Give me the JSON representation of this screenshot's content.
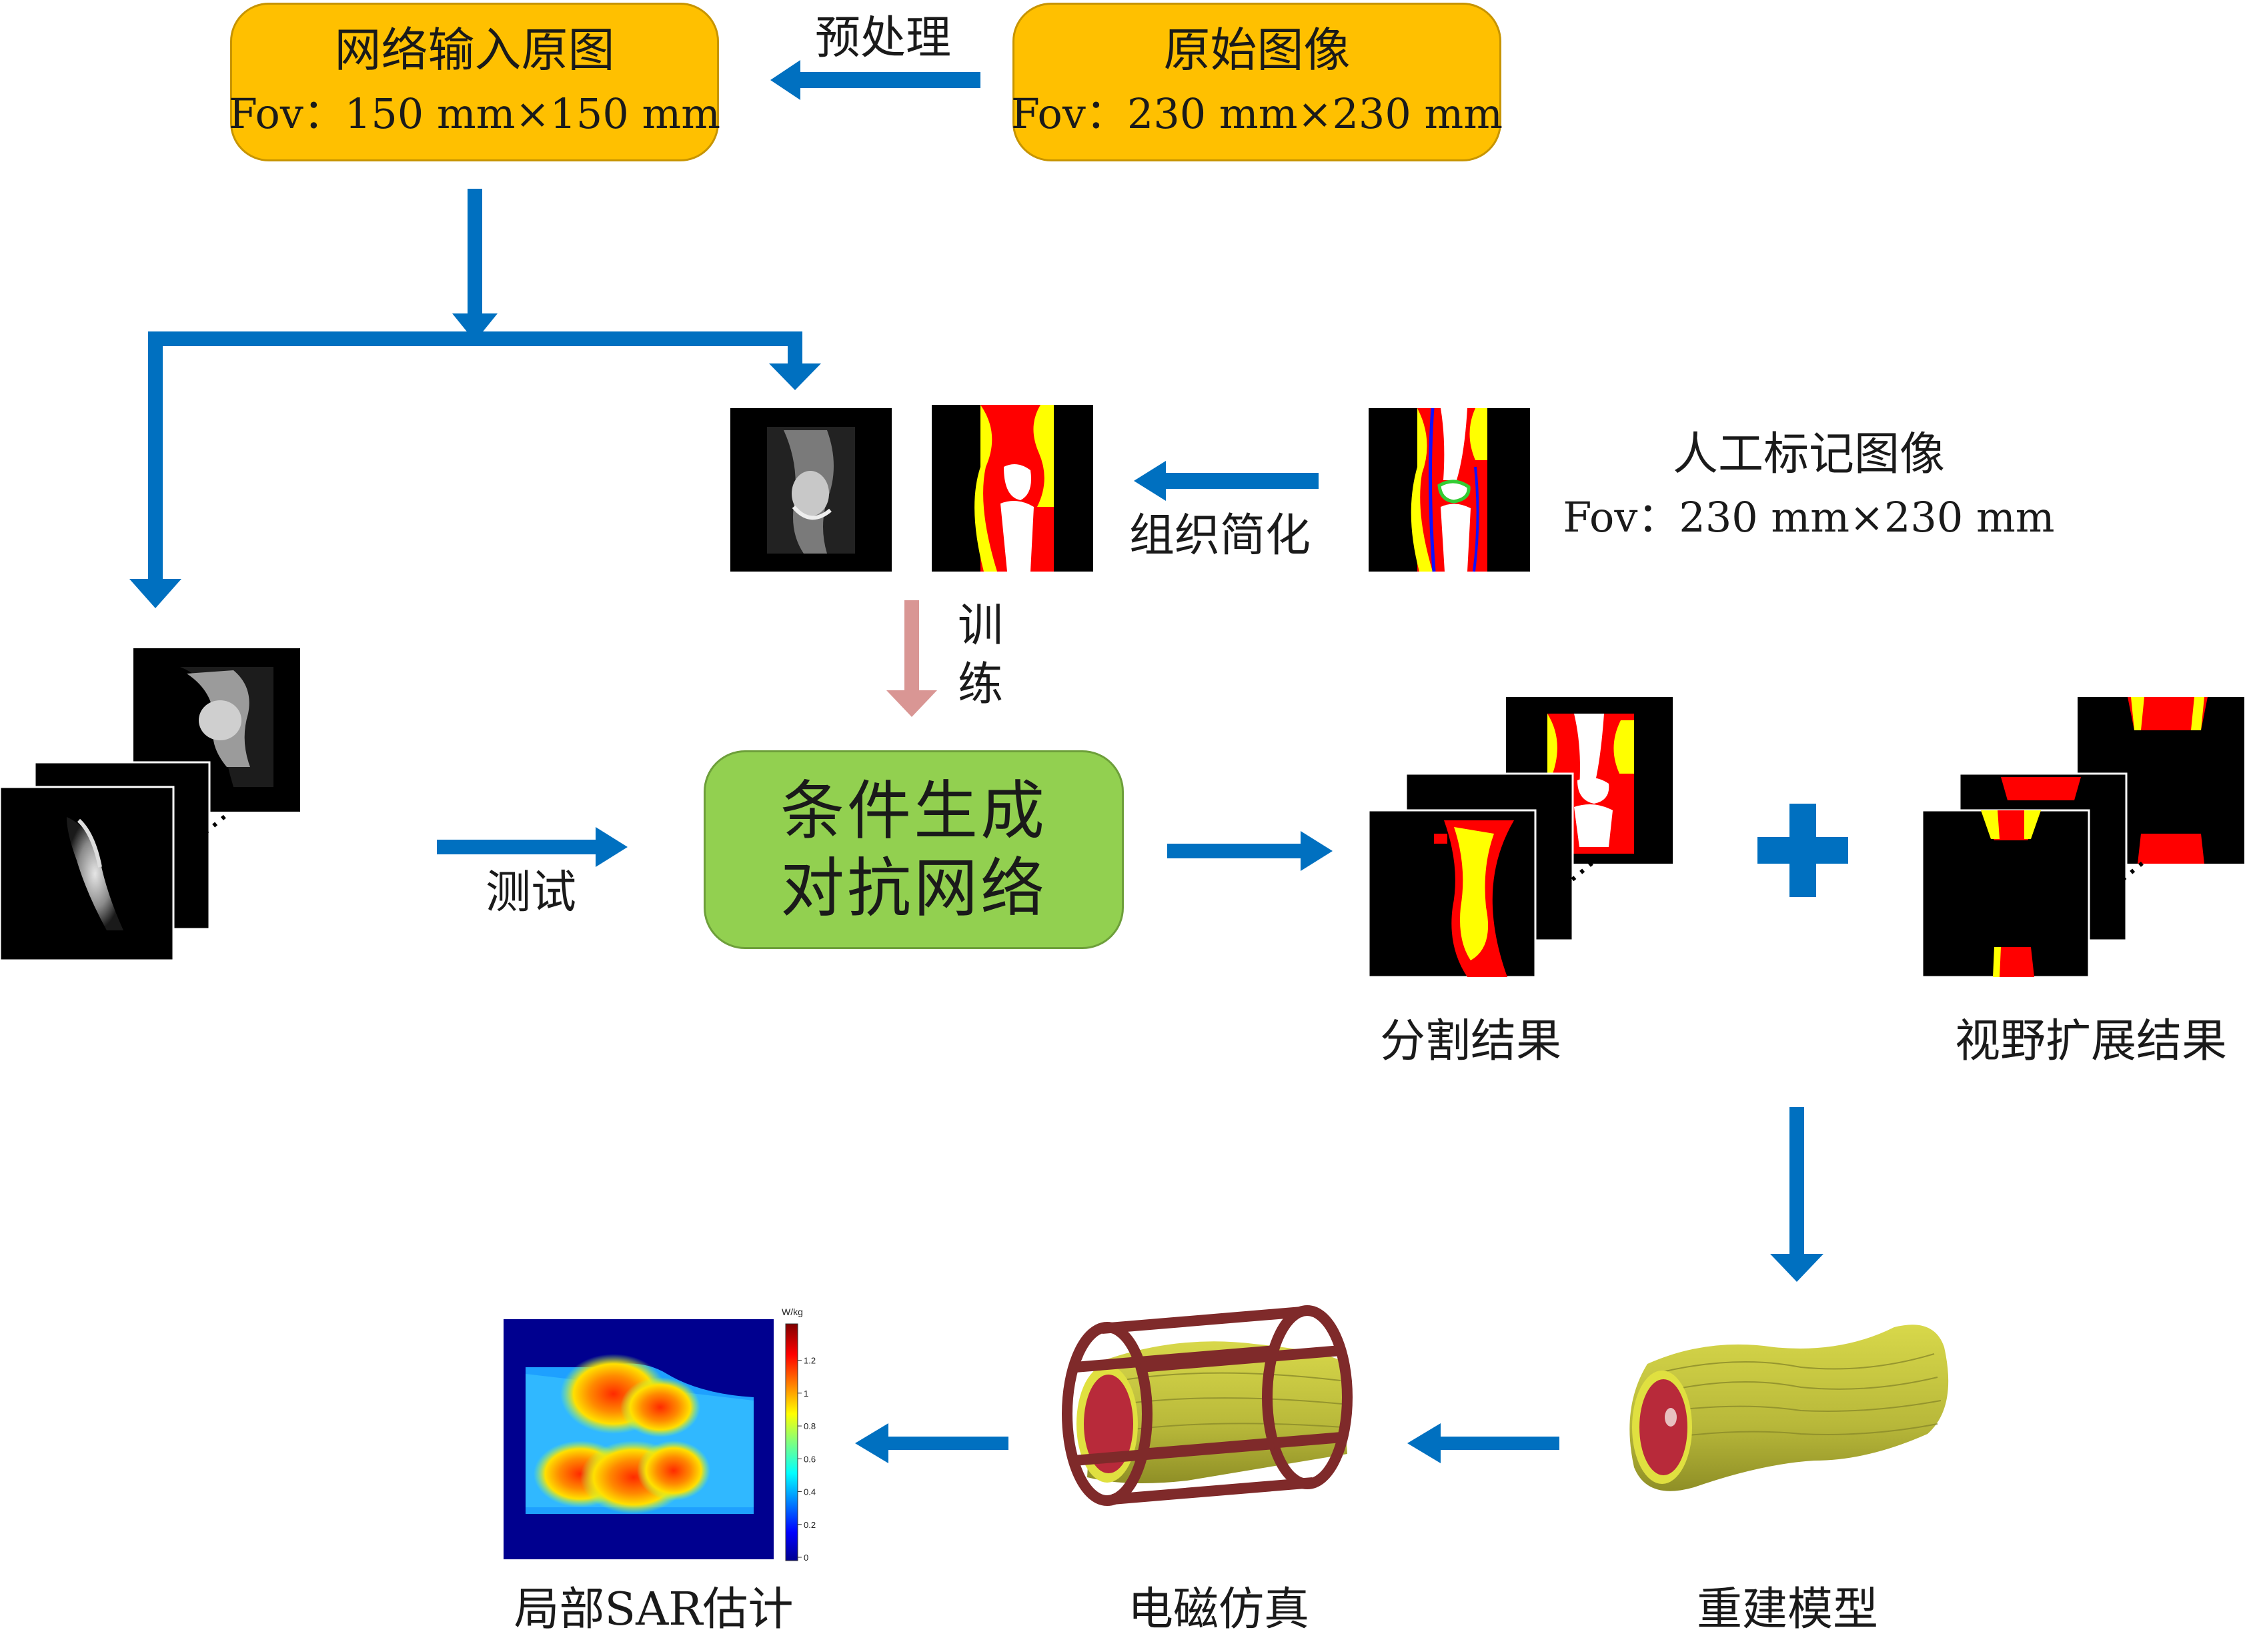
{
  "nodes": {
    "net_input": {
      "title": "网络输入原图",
      "fov": "Fov：150 mm×150 mm"
    },
    "original": {
      "title": "原始图像",
      "fov": "Fov：230 mm×230 mm"
    },
    "manual": {
      "title": "人工标记图像",
      "fov": "Fov：230 mm×230 mm"
    },
    "gan": {
      "line1": "条件生成",
      "line2": "对抗网络"
    }
  },
  "labels": {
    "preprocess": "预处理",
    "simplify": "组织简化",
    "train": "训练",
    "test": "测试",
    "segmentation": "分割结果",
    "fov_extension": "视野扩展结果",
    "reconstruct": "重建模型",
    "em_sim": "电磁仿真",
    "sar": "局部SAR估计",
    "colorbar_unit": "W/kg",
    "ellipsis": "…"
  },
  "colorbar_ticks": [
    "0",
    "0.2",
    "0.4",
    "0.6",
    "0.8",
    "1",
    "1.2"
  ],
  "colors": {
    "arrow_blue": "#0070c0",
    "arrow_pink": "#d99694",
    "box_orange": "#ffc000",
    "box_green": "#92d050",
    "tissue_red": "#ff0000",
    "tissue_yellow": "#ffff00",
    "coil_brown": "#7f2a2a",
    "model_olive": "#c4c43a"
  }
}
